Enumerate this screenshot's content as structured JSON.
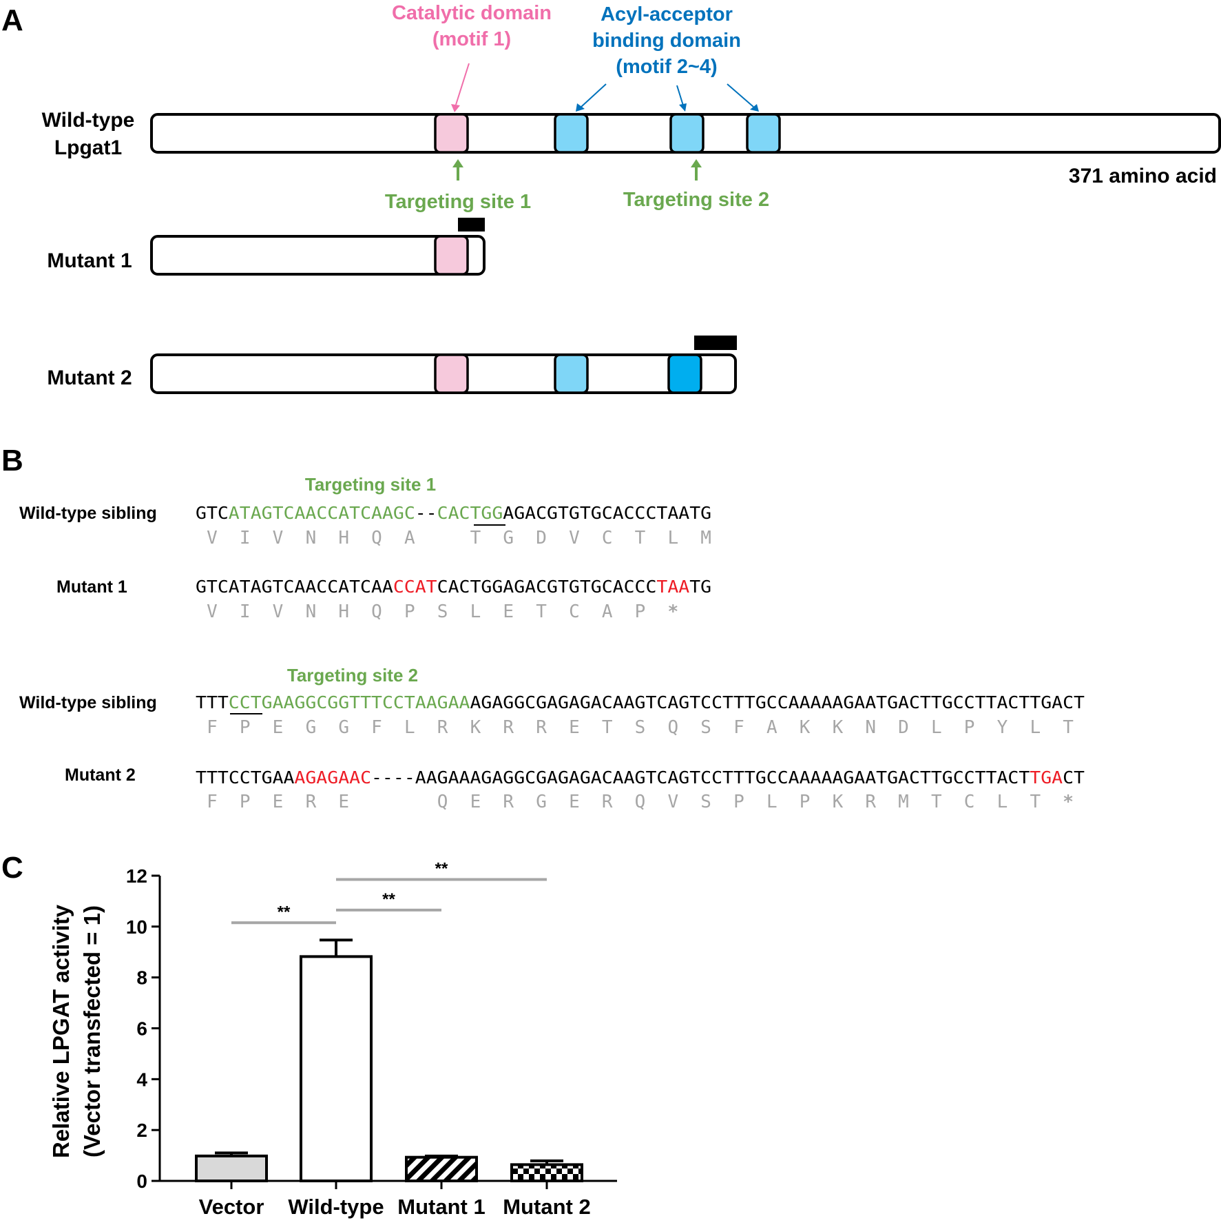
{
  "colors": {
    "catalytic": "#f6c9dc",
    "acyl": "#7fd6f7",
    "acyl_dark": "#00aeef",
    "pink_text": "#f06eaa",
    "blue_text": "#0072bc",
    "green_text": "#6aa84f",
    "red_text": "#ee1c25",
    "gray_bar": "#d9d9d9",
    "sig_line": "#a6a6a6",
    "aa_gray": "#a6a6a6"
  },
  "panels": {
    "a": "A",
    "b": "B",
    "c": "C"
  },
  "panel_a": {
    "catalytic_label_1": "Catalytic domain",
    "catalytic_label_2": "(motif 1)",
    "acyl_label_1": "Acyl-acceptor",
    "acyl_label_2": "binding domain",
    "acyl_label_3": "(motif 2~4)",
    "wt_label_1": "Wild-type",
    "wt_label_2": "Lpgat1",
    "length_label": "371 amino acid",
    "target1": "Targeting site 1",
    "target2": "Targeting site 2",
    "mutant1": "Mutant 1",
    "mutant2": "Mutant 2"
  },
  "panel_b": {
    "site1_title": "Targeting site 1",
    "site2_title": "Targeting site 2",
    "row_labels": {
      "wt1": "Wild-type sibling",
      "m1": "Mutant 1",
      "wt2": "Wild-type sibling",
      "m2": "Mutant 2"
    },
    "wt1": {
      "seq": [
        {
          "t": "GTC",
          "c": "black"
        },
        {
          "t": "ATAGTCAACCATCAAGC",
          "c": "green"
        },
        {
          "t": "--",
          "c": "black"
        },
        {
          "t": "CACTGG",
          "c": "green"
        },
        {
          "t": "AGACGTGTGCACCCTAATG",
          "c": "black"
        }
      ],
      "aa": [
        "V",
        "I",
        "V",
        "N",
        "H",
        "Q",
        "A",
        "",
        "T",
        "G",
        "D",
        "V",
        "C",
        "T",
        "L",
        "M"
      ]
    },
    "m1": {
      "seq": [
        {
          "t": "GTCATAGTCAACCATCAA",
          "c": "black"
        },
        {
          "t": "CCAT",
          "c": "red"
        },
        {
          "t": "CACTGGAGACGTGTGCACCC",
          "c": "black"
        },
        {
          "t": "TAA",
          "c": "red"
        },
        {
          "t": "TG",
          "c": "black"
        }
      ],
      "aa": [
        "V",
        "I",
        "V",
        "N",
        "H",
        "Q",
        "P",
        "S",
        "L",
        "E",
        "T",
        "C",
        "A",
        "P",
        "*"
      ]
    },
    "wt2": {
      "seq": [
        {
          "t": "TTT",
          "c": "black"
        },
        {
          "t": "CCTGAAGGCGGTTTCCTAAGAA",
          "c": "green"
        },
        {
          "t": "AGAGGCGAGAGACAAGTCAGTCCTTTGCCAAAAAGAATGACTTGCCTTACTTGACT",
          "c": "black"
        }
      ],
      "aa": [
        "F",
        "P",
        "E",
        "G",
        "G",
        "F",
        "L",
        "R",
        "K",
        "R",
        "R",
        "E",
        "T",
        "S",
        "Q",
        "S",
        "F",
        "A",
        "K",
        "K",
        "N",
        "D",
        "L",
        "P",
        "Y",
        "L",
        "T"
      ]
    },
    "m2": {
      "seq": [
        {
          "t": "TTTCCTGAA",
          "c": "black"
        },
        {
          "t": "AGAGAAC",
          "c": "red"
        },
        {
          "t": "----",
          "c": "black"
        },
        {
          "t": "AAGAAAGAGGCGAGAGACAAGTCAGTCCTTTGCCAAAAAGAATGACTTGCCTTACT",
          "c": "black"
        },
        {
          "t": "TGA",
          "c": "red"
        },
        {
          "t": "CT",
          "c": "black"
        }
      ],
      "aa": [
        "F",
        "P",
        "E",
        "R",
        "E",
        "",
        "",
        "Q",
        "E",
        "R",
        "G",
        "E",
        "R",
        "Q",
        "V",
        "S",
        "P",
        "L",
        "P",
        "K",
        "R",
        "M",
        "T",
        "C",
        "L",
        "T",
        "*"
      ]
    }
  },
  "chart_data": {
    "type": "bar",
    "categories": [
      "Vector",
      "Wild-type",
      "Mutant 1",
      "Mutant 2"
    ],
    "values": [
      0.98,
      8.82,
      0.93,
      0.64
    ],
    "errors": [
      0.12,
      0.65,
      0.05,
      0.15
    ],
    "fills": [
      "solid-gray",
      "white",
      "diagonal-hatch",
      "checkerboard"
    ],
    "ylabel": "Relative LPGAT activity",
    "ylabel2": "(Vector transfected = 1)",
    "ylim": [
      0,
      12
    ],
    "yticks": [
      0,
      2,
      4,
      6,
      8,
      10,
      12
    ],
    "significance": [
      {
        "from": "Vector",
        "to": "Wild-type",
        "label": "**",
        "y": 10.15
      },
      {
        "from": "Wild-type",
        "to": "Mutant 1",
        "label": "**",
        "y": 10.65
      },
      {
        "from": "Wild-type",
        "to": "Mutant 2",
        "label": "**",
        "y": 11.85
      }
    ]
  }
}
